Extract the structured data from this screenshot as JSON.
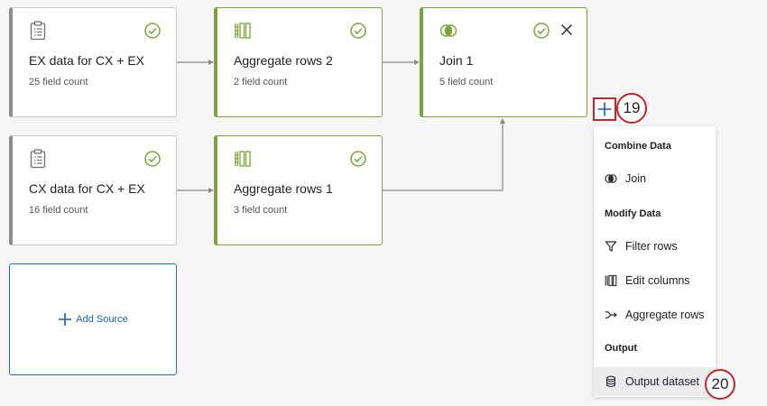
{
  "nodes": {
    "ex_source": {
      "title": "EX data for CX + EX",
      "subtitle": "25 field count"
    },
    "agg2": {
      "title": "Aggregate rows 2",
      "subtitle": "2 field count"
    },
    "join1": {
      "title": "Join 1",
      "subtitle": "5 field count"
    },
    "cx_source": {
      "title": "CX data for CX + EX",
      "subtitle": "16 field count"
    },
    "agg1": {
      "title": "Aggregate rows 1",
      "subtitle": "3 field count"
    }
  },
  "add_source": {
    "label": "Add Source"
  },
  "callouts": {
    "plus": "19",
    "output": "20"
  },
  "menu": {
    "combine_header": "Combine Data",
    "join": "Join",
    "modify_header": "Modify Data",
    "filter_rows": "Filter rows",
    "edit_columns": "Edit columns",
    "aggregate_rows": "Aggregate rows",
    "output_header": "Output",
    "output_dataset": "Output dataset"
  },
  "colors": {
    "accent_green": "#7aa53a",
    "source_gray": "#8c8c92",
    "link_blue": "#1560b0",
    "callout_red": "#c0262e"
  }
}
